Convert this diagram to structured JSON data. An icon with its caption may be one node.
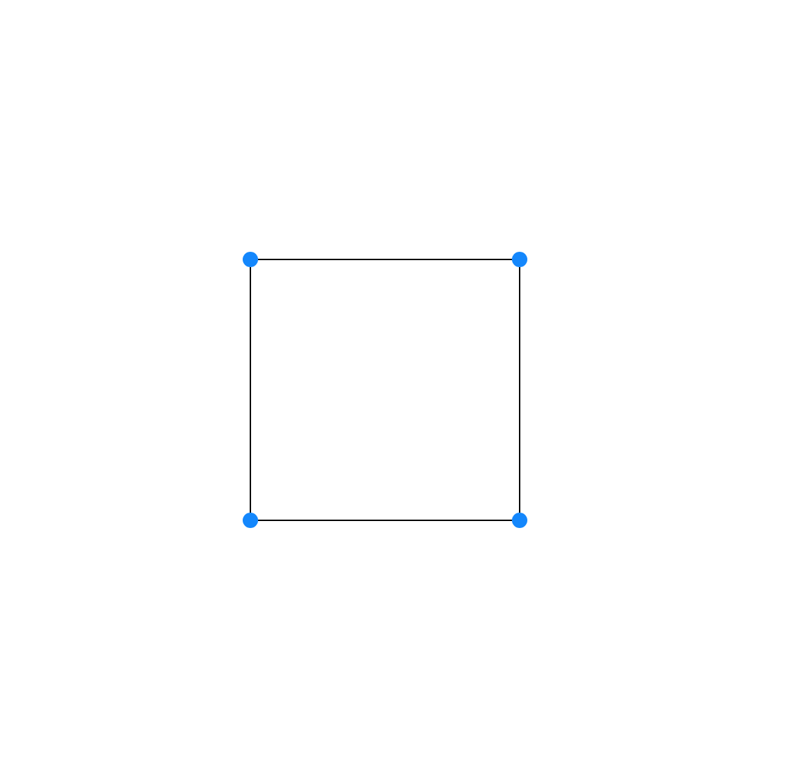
{
  "diagram": {
    "nodes": [
      {
        "text": [],
        "shape": "circle"
      },
      {
        "text": [],
        "shape": "circle"
      },
      {
        "text": [],
        "shape": "circle"
      },
      {
        "text": [],
        "shape": "circle"
      }
    ],
    "edges": [
      {
        "from": 0,
        "to": 1,
        "arrow": "none"
      },
      {
        "from": 0,
        "to": 2,
        "arrow": "none"
      },
      {
        "from": 1,
        "to": 3,
        "arrow": "none"
      },
      {
        "from": 2,
        "to": 3,
        "arrow": "none"
      }
    ]
  }
}
